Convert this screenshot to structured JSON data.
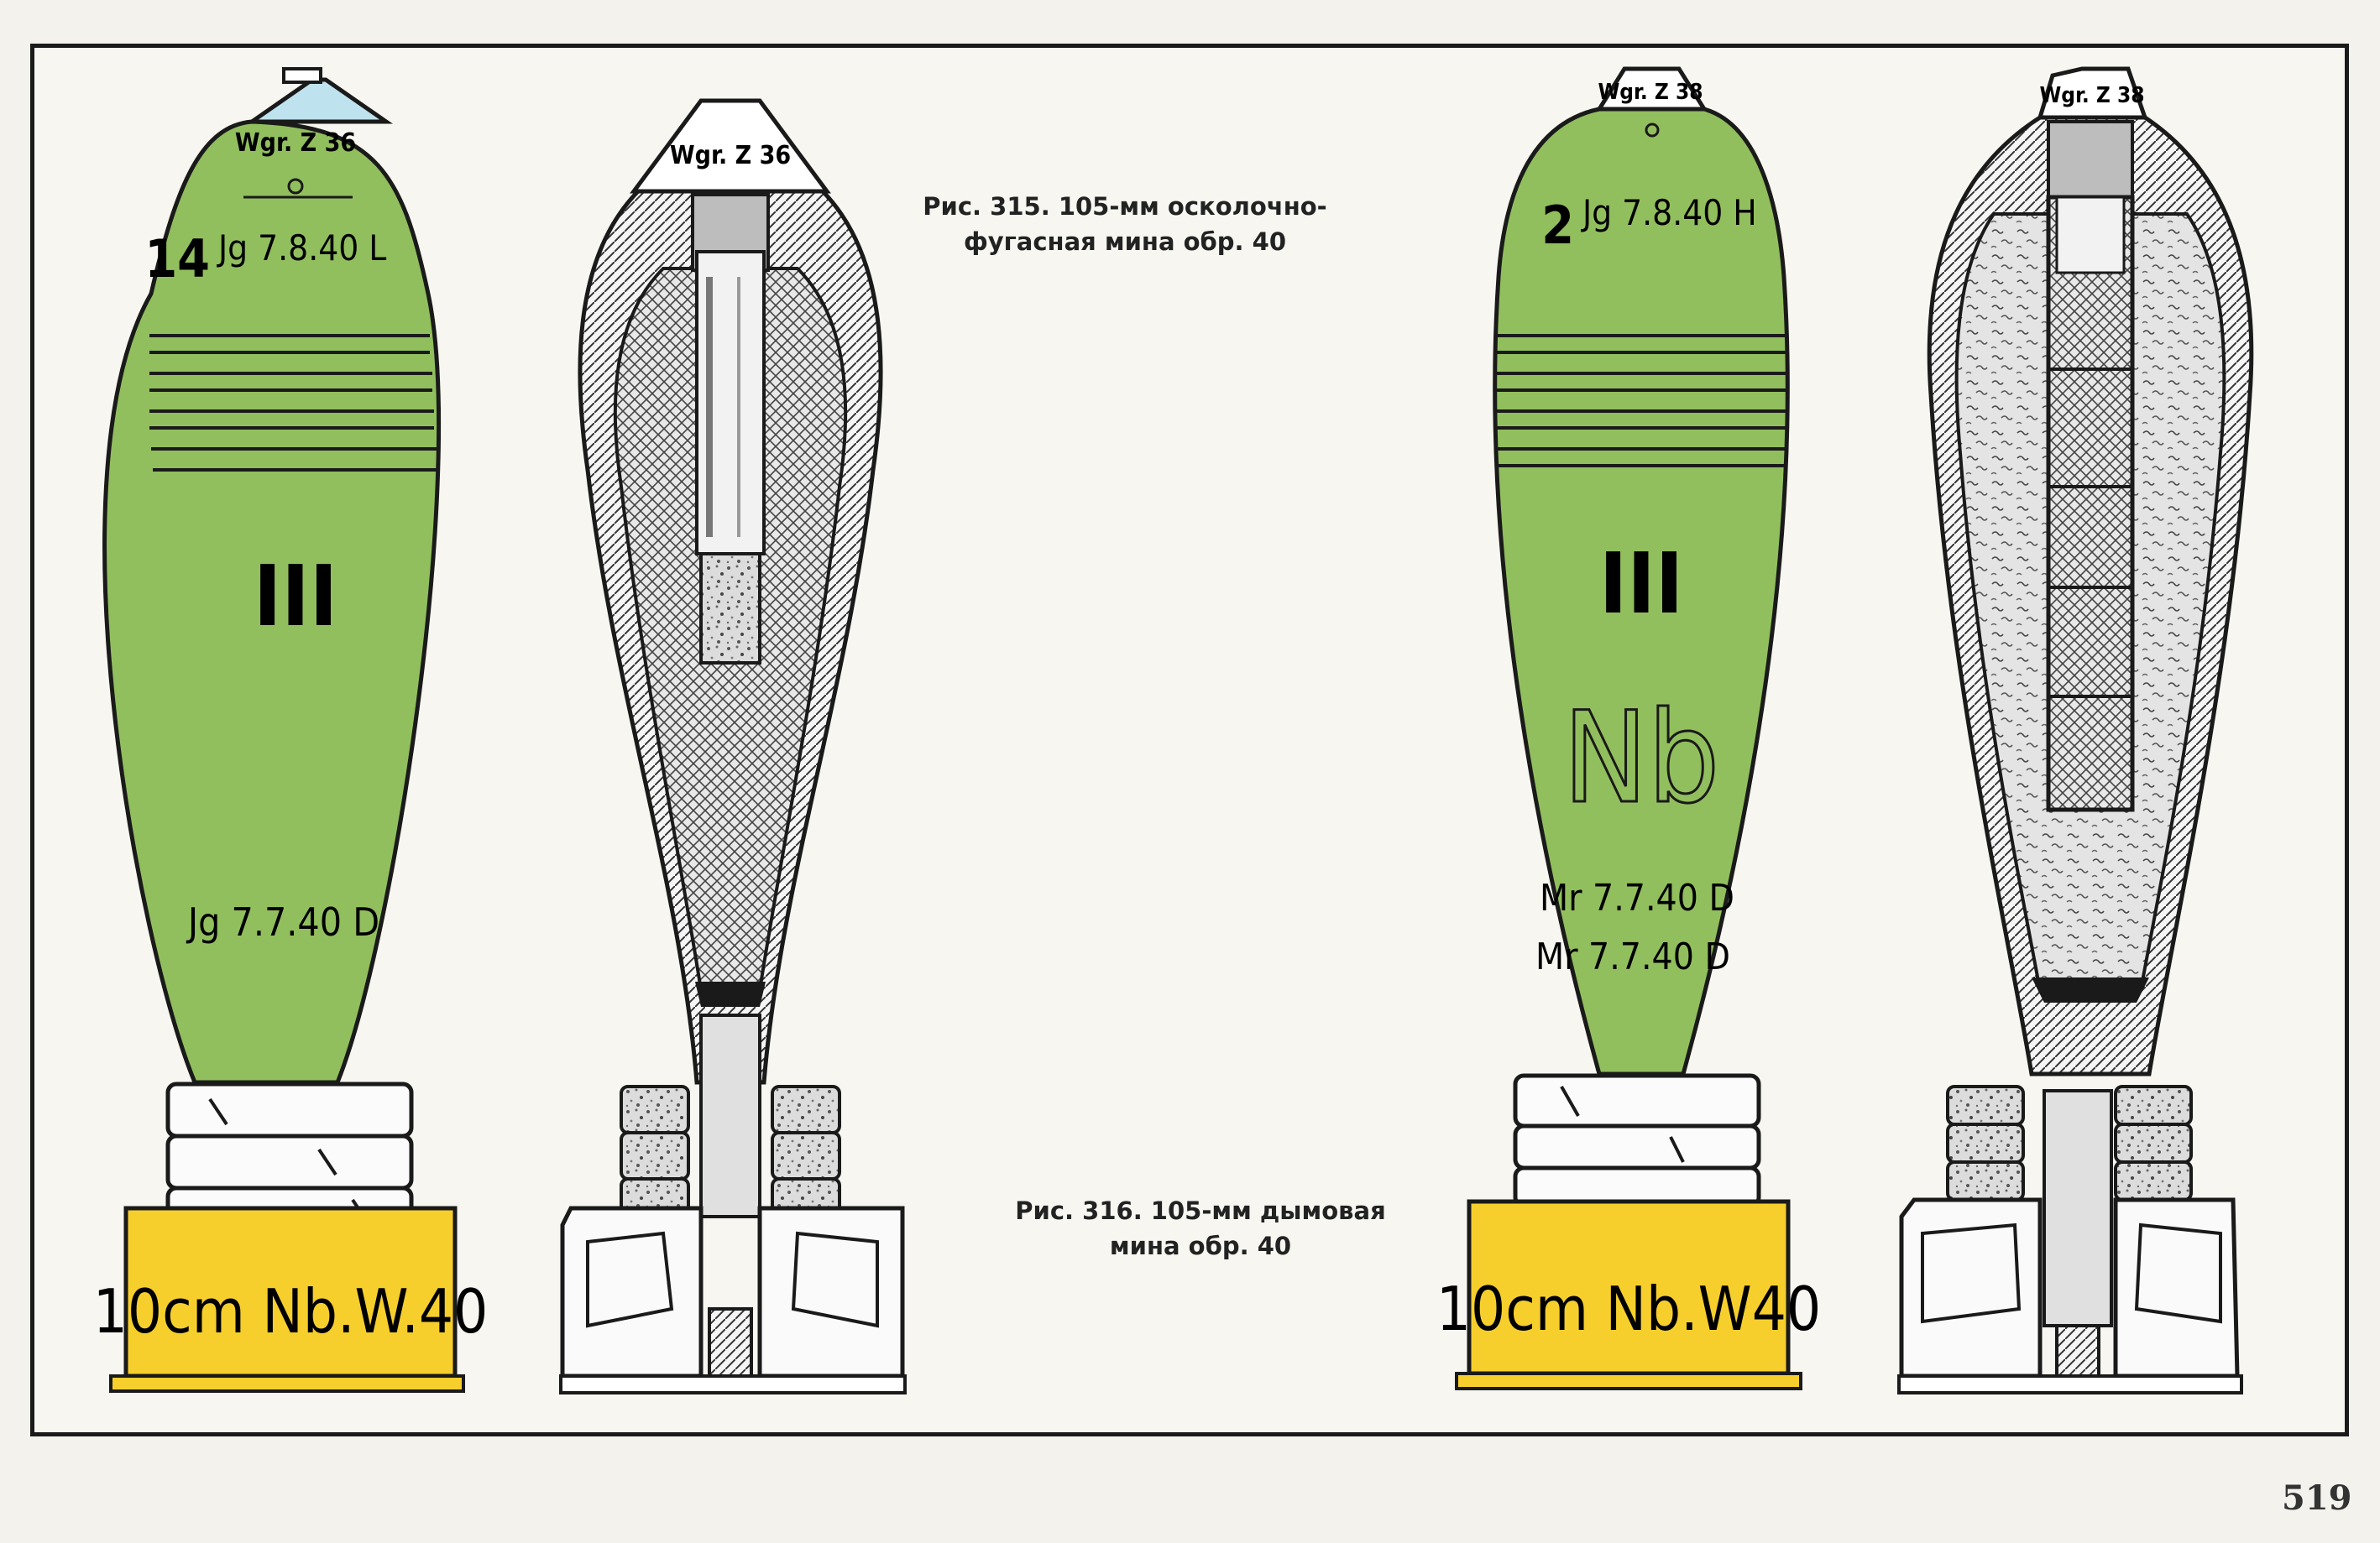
{
  "figure_315": {
    "caption_line1": "Рис. 315. 105-мм осколочно-",
    "caption_line2": "фугасная мина обр. 40",
    "fuze_label": "Wgr. Z 36",
    "fuze_label_section": "Wgr. Z 36",
    "lot_number": "14",
    "marking_top": "Jg 7.8.40 L",
    "weight_class": "III",
    "marking_bottom": "Jg 7.7.40 D",
    "base_label": "10cm Nb.W.40"
  },
  "figure_316": {
    "caption_line1": "Рис. 316. 105-мм дымовая",
    "caption_line2": "мина обр. 40",
    "fuze_label": "Wgr. Z 38",
    "fuze_label_section": "Wgr. Z 38",
    "lot_number": "2",
    "marking_top": "Jg 7.8.40 H",
    "weight_class": "III",
    "fill_mark": "Nb",
    "marking_bottom_1": "Mr 7.7.40 D",
    "marking_bottom_2": "Mr 7.7.40 D",
    "base_label": "10cm Nb.W40"
  },
  "page_number": "519",
  "colors": {
    "shell_green": "#92bf5e",
    "base_yellow": "#f6cf2d",
    "fuze_blue": "#bfe3ee",
    "ink": "#1a1a1a"
  }
}
